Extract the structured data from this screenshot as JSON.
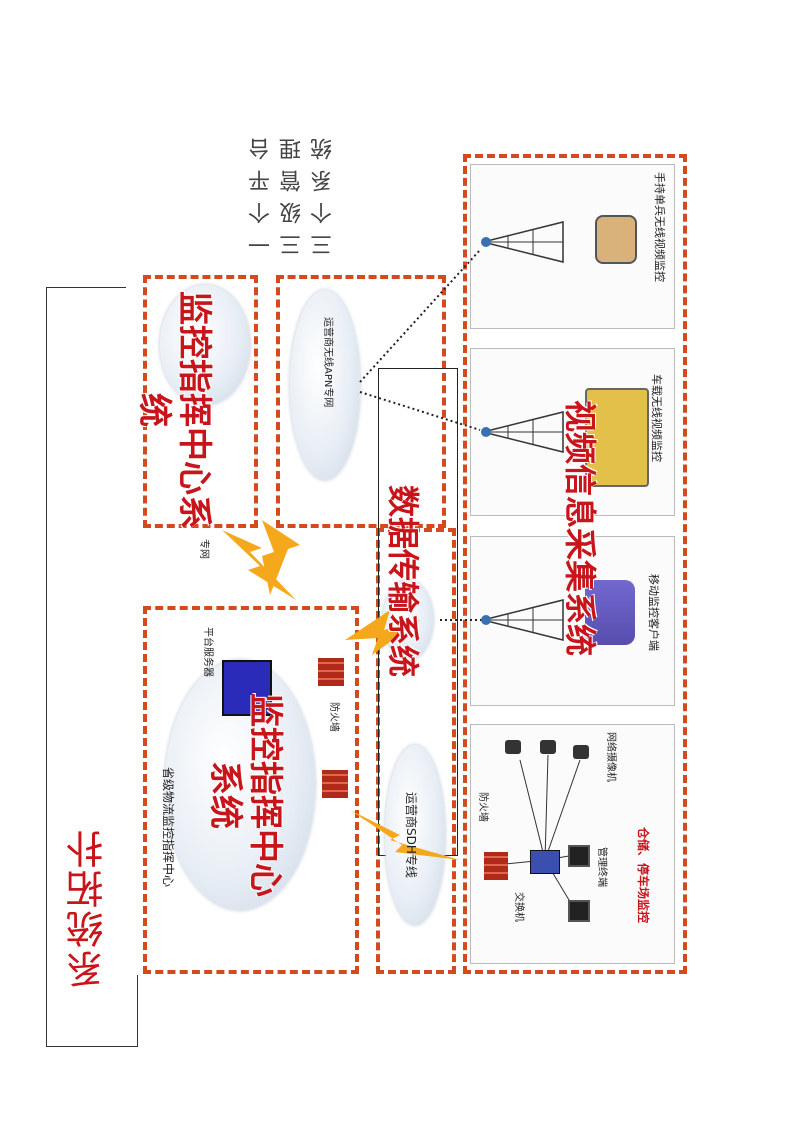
{
  "page": {
    "title": "系统拓扑"
  },
  "legend": {
    "lines": [
      "一个平台",
      "三级管理",
      "三个系统"
    ]
  },
  "sections": {
    "monitoring_center_top": "监控指挥中心系统",
    "monitoring_center_main": "监控指挥中心系统",
    "data_transmission": "数据传输系统",
    "video_collection": "视频信息采集系统"
  },
  "labels": {
    "provincial_center": "省级物流监控指挥中心",
    "carrier_apn": "运营商无线APN专网",
    "carrier_sdh": "运营商SDH专线",
    "private_net": "专网",
    "firewall_center": "防火墙",
    "firewall_site": "防火墙",
    "server": "平台服务器",
    "handheld": "手持单兵无线视频监控",
    "vehicle": "车载无线视频监控",
    "mobile_client": "移动监控客户端",
    "warehouse": "仓储、停车场监控",
    "switch": "交换机",
    "mgmt_terminal": "管理终端",
    "network_camera": "网络摄像机"
  },
  "colors": {
    "accent": "#c8141b",
    "dash": "#d24a1e",
    "lightning": "#f5a81c"
  }
}
